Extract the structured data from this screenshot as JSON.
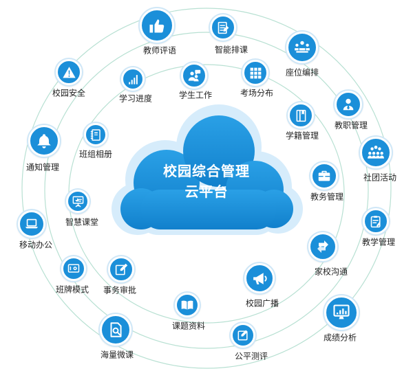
{
  "center": {
    "line1": "校园综合管理",
    "line2": "云平台"
  },
  "colors": {
    "primary": "#1b8fd9",
    "ring": "#b7e0d2",
    "cloud_outer": "#d6ecfb",
    "cloud_inner": "#1b8fd9"
  },
  "nodes": [
    {
      "key": "teacher-comment",
      "label": "教师评语",
      "icon": "thumbs-up-icon"
    },
    {
      "key": "smart-schedule",
      "label": "智能排课",
      "icon": "document-pen-icon"
    },
    {
      "key": "seat-arrange",
      "label": "座位编排",
      "icon": "meeting-people-icon"
    },
    {
      "key": "staff-manage",
      "label": "教职管理",
      "icon": "staff-person-icon"
    },
    {
      "key": "club-activity",
      "label": "社团活动",
      "icon": "group-people-icon"
    },
    {
      "key": "teaching-manage",
      "label": "教学管理",
      "icon": "clipboard-pen-icon"
    },
    {
      "key": "grade-analysis",
      "label": "成绩分析",
      "icon": "monitor-chart-icon"
    },
    {
      "key": "fair-evaluation",
      "label": "公平测评",
      "icon": "edit-square-icon"
    },
    {
      "key": "massive-courses",
      "label": "海量微课",
      "icon": "search-document-icon"
    },
    {
      "key": "class-board",
      "label": "班牌模式",
      "icon": "class-board-icon"
    },
    {
      "key": "mobile-office",
      "label": "移动办公",
      "icon": "laptop-icon"
    },
    {
      "key": "notice-manage",
      "label": "通知管理",
      "icon": "bell-icon"
    },
    {
      "key": "campus-security",
      "label": "校园安全",
      "icon": "warning-icon"
    },
    {
      "key": "study-progress",
      "label": "学习进度",
      "icon": "bar-progress-icon"
    },
    {
      "key": "student-work",
      "label": "学生工作",
      "icon": "students-chat-icon"
    },
    {
      "key": "exam-room",
      "label": "考场分布",
      "icon": "grid-icon"
    },
    {
      "key": "student-status",
      "label": "学籍管理",
      "icon": "book-icon"
    },
    {
      "key": "academic-affairs",
      "label": "教务管理",
      "icon": "briefcase-icon"
    },
    {
      "key": "home-school",
      "label": "家校沟通",
      "icon": "exchange-arrows-icon"
    },
    {
      "key": "campus-broadcast",
      "label": "校园广播",
      "icon": "megaphone-icon"
    },
    {
      "key": "topic-materials",
      "label": "课题资料",
      "icon": "open-book-icon"
    },
    {
      "key": "affairs-approval",
      "label": "事务审批",
      "icon": "pen-approve-icon"
    },
    {
      "key": "smart-classroom",
      "label": "智慧课堂",
      "icon": "presentation-board-icon"
    },
    {
      "key": "class-album",
      "label": "班组相册",
      "icon": "album-icon"
    }
  ]
}
